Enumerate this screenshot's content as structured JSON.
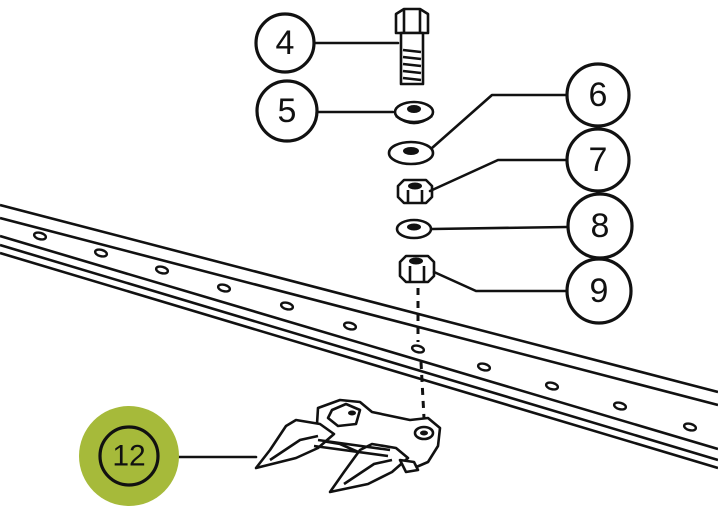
{
  "diagram": {
    "callouts": [
      {
        "id": "4",
        "label": "4"
      },
      {
        "id": "5",
        "label": "5"
      },
      {
        "id": "6",
        "label": "6"
      },
      {
        "id": "7",
        "label": "7"
      },
      {
        "id": "8",
        "label": "8"
      },
      {
        "id": "9",
        "label": "9"
      },
      {
        "id": "12",
        "label": "12",
        "highlight_color": "#a6ba3a"
      }
    ]
  },
  "colors": {
    "line": "#111111",
    "background": "#ffffff",
    "highlight": "#a6ba3a"
  }
}
